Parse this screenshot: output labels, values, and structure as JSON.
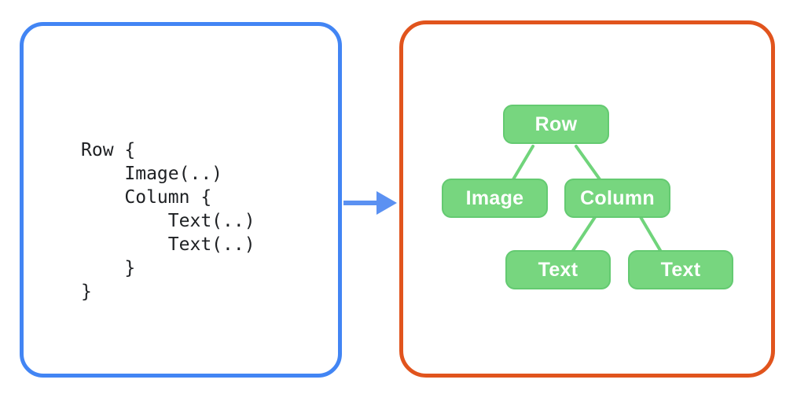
{
  "code_panel": {
    "border_color": "#4285F4",
    "lines": [
      "Row {",
      "    Image(..)",
      "    Column {",
      "        Text(..)",
      "        Text(..)",
      "    }",
      "}"
    ]
  },
  "arrow": {
    "color": "#5B91F2",
    "direction": "right"
  },
  "tree_panel": {
    "border_color": "#E1541D",
    "node_fill": "#77D67F",
    "edge_color": "#70D47B",
    "label_color": "#FFFFFF",
    "nodes": [
      {
        "label": "Row"
      },
      {
        "label": "Image"
      },
      {
        "label": "Column"
      },
      {
        "label": "Text"
      },
      {
        "label": "Text"
      }
    ],
    "edges": [
      {
        "from": "Row",
        "to": "Image"
      },
      {
        "from": "Row",
        "to": "Column"
      },
      {
        "from": "Column",
        "to": "Text (left)"
      },
      {
        "from": "Column",
        "to": "Text (right)"
      }
    ]
  }
}
